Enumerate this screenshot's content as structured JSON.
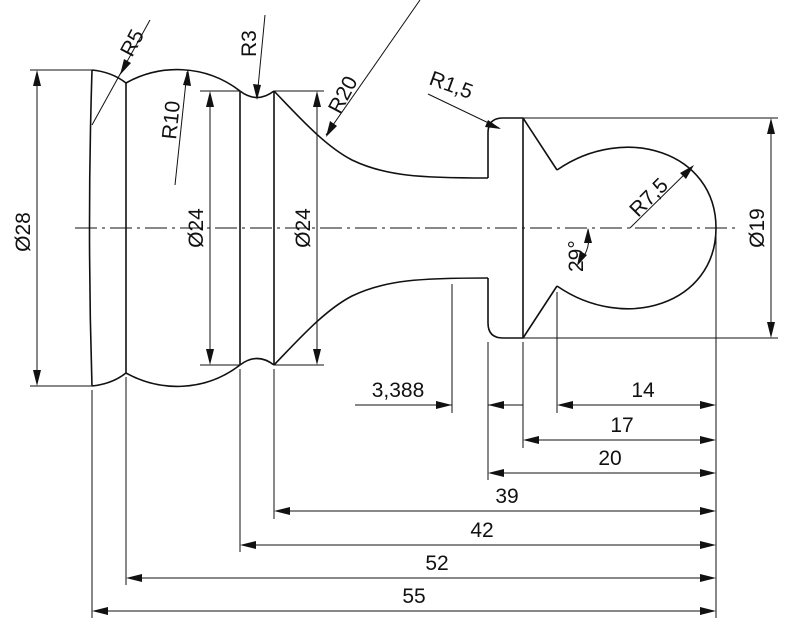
{
  "drawing": {
    "diameters": {
      "d28": "Ø28",
      "d24_left": "Ø24",
      "d24_right": "Ø24",
      "d19": "Ø19"
    },
    "radii": {
      "r5": "R5",
      "r10": "R10",
      "r3": "R3",
      "r20": "R20",
      "r1_5": "R1,5",
      "r7_5": "R7,5"
    },
    "angle": "29°",
    "horizontal_dimensions": {
      "d3_388": "3,388",
      "d14": "14",
      "d17": "17",
      "d20": "20",
      "d39": "39",
      "d42": "42",
      "d52": "52",
      "d55": "55"
    }
  }
}
